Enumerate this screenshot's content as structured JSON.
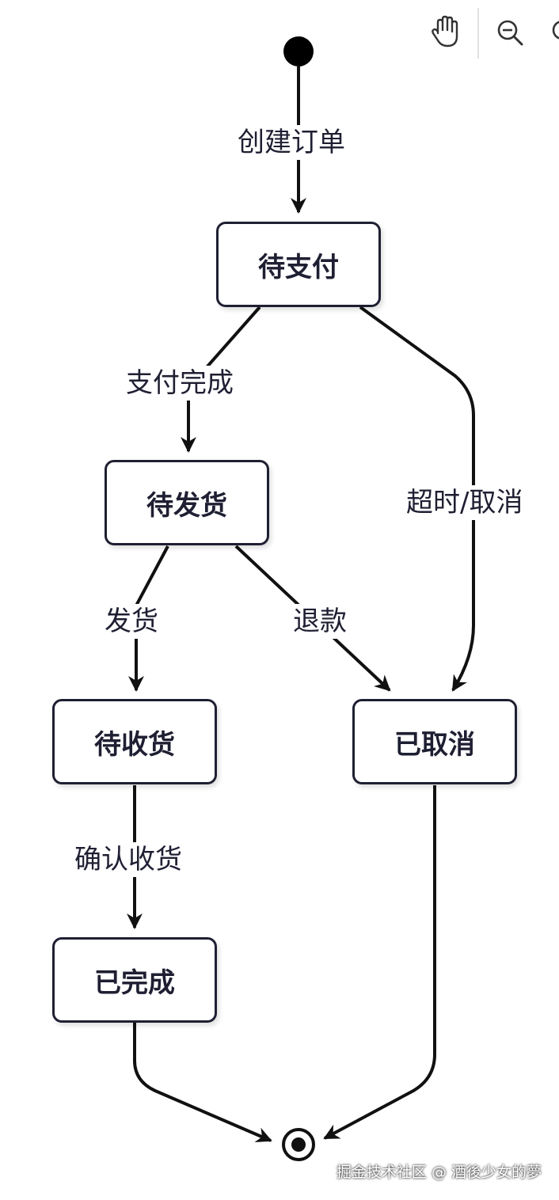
{
  "toolbar": {
    "pan": "hand-icon",
    "zoom_out": "zoom-out-icon",
    "zoom_other": "zoom-icon"
  },
  "states": {
    "pending_payment": "待支付",
    "pending_shipment": "待发货",
    "pending_receipt": "待收货",
    "completed": "已完成",
    "cancelled": "已取消"
  },
  "transitions": {
    "create_order": "创建订单",
    "payment_done": "支付完成",
    "timeout_cancel": "超时/取消",
    "ship": "发货",
    "refund": "退款",
    "confirm_receipt": "确认收货"
  },
  "watermark": "掘金技术社区 @ 酒後少女的夢",
  "colors": {
    "stroke": "#1f1f33",
    "background": "#ffffff"
  }
}
